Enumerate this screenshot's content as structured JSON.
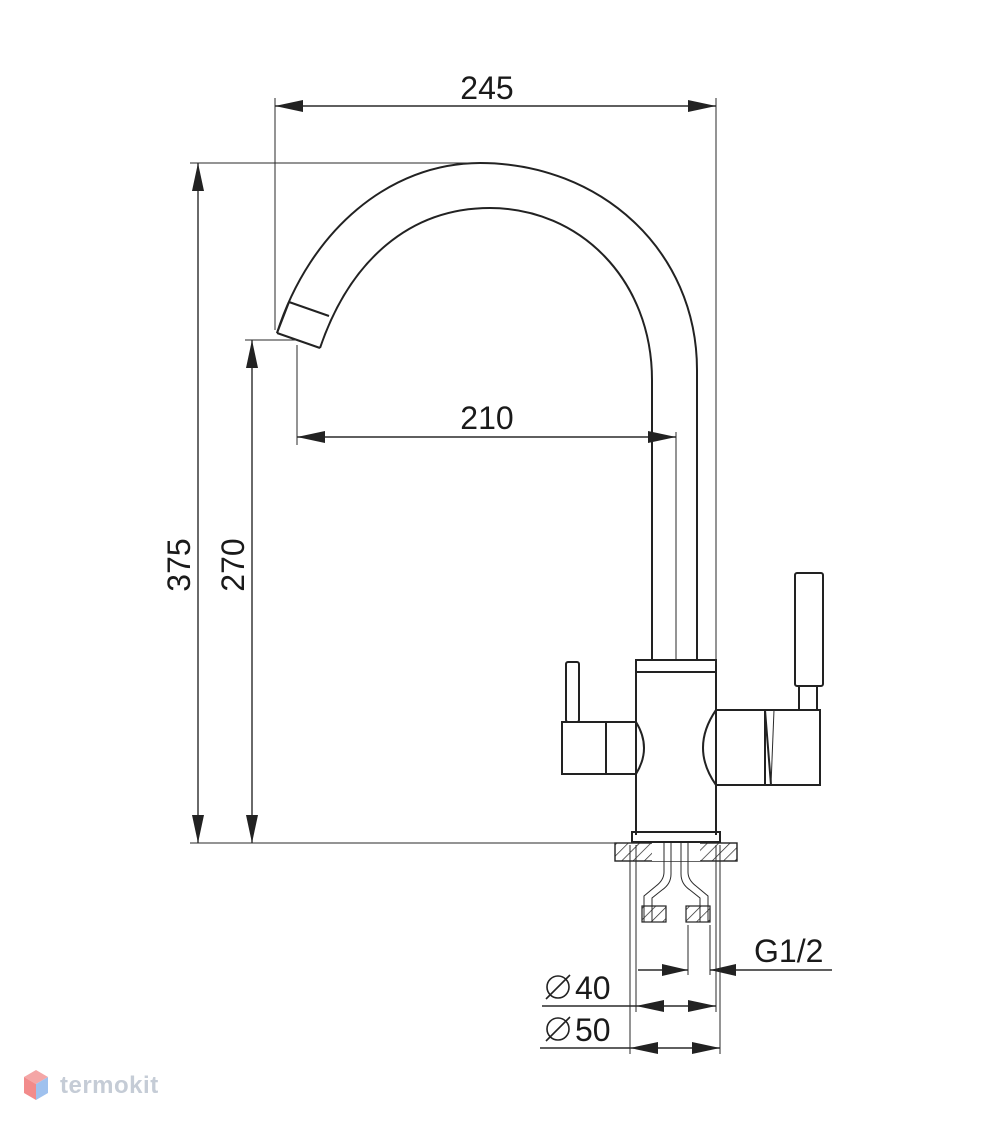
{
  "dimensions": {
    "width_total": "245",
    "spout_reach": "210",
    "height_total": "375",
    "spout_height": "270",
    "thread": "G1/2",
    "hole_min": "40",
    "hole_max": "50"
  },
  "brand": {
    "watermark": "termokit"
  },
  "colors": {
    "line": "#222222",
    "watermark": "#c5ccd6"
  }
}
